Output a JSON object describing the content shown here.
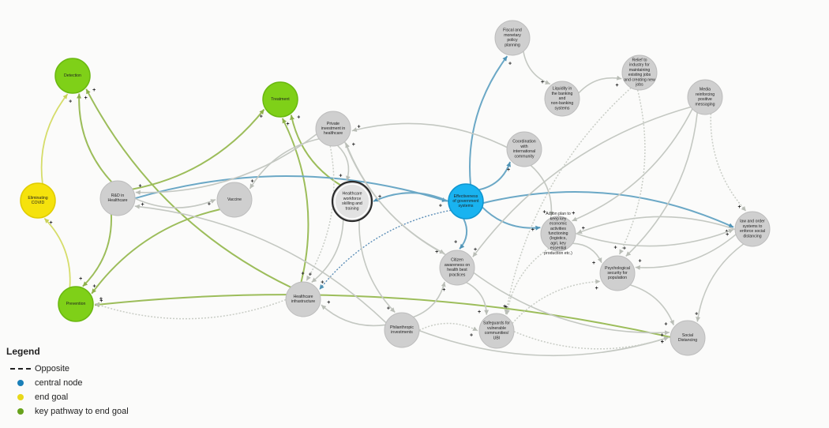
{
  "legend": {
    "title": "Legend",
    "items": [
      {
        "label": "Opposite",
        "kind": "dash",
        "color": "#222222"
      },
      {
        "label": "central node",
        "kind": "dot",
        "color": "#1a7fb8"
      },
      {
        "label": "end goal",
        "kind": "dot",
        "color": "#e8d81a"
      },
      {
        "label": "key pathway to end goal",
        "kind": "dot",
        "color": "#67a21c"
      }
    ]
  },
  "colors": {
    "central": "#19b3f0",
    "end_goal": "#f5e20c",
    "key_pathway": "#7fd018",
    "neutral": "#cfcfcf",
    "edge_neutral": "#c4c8c2",
    "edge_blue": "#5d9fbf",
    "edge_green": "#9cbd5a",
    "edge_yellow": "#d6dd6a"
  },
  "nodes": [
    {
      "id": "detection",
      "label": "Detection",
      "type": "key"
    },
    {
      "id": "treatment",
      "label": "Treatment",
      "type": "key"
    },
    {
      "id": "eliminating",
      "label": "Eliminating COVID",
      "type": "goal"
    },
    {
      "id": "prevention",
      "label": "Prevention",
      "type": "key"
    },
    {
      "id": "rnd",
      "label": "R&D in Healthcare",
      "type": "neutral"
    },
    {
      "id": "vaccine",
      "label": "Vaccine",
      "type": "neutral"
    },
    {
      "id": "private",
      "label": "Private investment in healthcare",
      "type": "neutral"
    },
    {
      "id": "workforce",
      "label": "Healthcare workforce skilling and training",
      "type": "ring"
    },
    {
      "id": "effectiveness",
      "label": "Effectiveness of government systems",
      "type": "central"
    },
    {
      "id": "fiscal",
      "label": "Fiscal and monetary policy planning",
      "type": "neutral"
    },
    {
      "id": "liquidity",
      "label": "Liquidity in the banking and non-banking systems",
      "type": "neutral"
    },
    {
      "id": "relief",
      "label": "Relief to industry for maintaining existing jobs and creating new jobs",
      "type": "neutral"
    },
    {
      "id": "media",
      "label": "Media reinforcing positive messaging",
      "type": "neutral"
    },
    {
      "id": "coordination",
      "label": "Coordination with international community",
      "type": "neutral"
    },
    {
      "id": "action",
      "label": "Action plan to keep key economic activities functioning (logistics, agri, key essential production etc.)",
      "type": "neutral"
    },
    {
      "id": "law",
      "label": "law and order systems to enforce social distancing",
      "type": "neutral"
    },
    {
      "id": "citizen",
      "label": "Citizen awareness on health best practices",
      "type": "neutral"
    },
    {
      "id": "psych",
      "label": "Psychological security for population",
      "type": "neutral"
    },
    {
      "id": "infra",
      "label": "Healthcare infrastructure",
      "type": "neutral"
    },
    {
      "id": "philanthropic",
      "label": "Philanthropic investments",
      "type": "neutral"
    },
    {
      "id": "safeguards",
      "label": "Safeguards for vulnerable communities/ UBI",
      "type": "neutral"
    },
    {
      "id": "social",
      "label": "Social Distancing",
      "type": "neutral"
    }
  ],
  "edges": [
    {
      "from": "eliminating",
      "to": "detection",
      "style": "yellow",
      "sign": "+"
    },
    {
      "from": "prevention",
      "to": "eliminating",
      "style": "yellow",
      "sign": "+"
    },
    {
      "from": "rnd",
      "to": "detection",
      "style": "green",
      "sign": "+"
    },
    {
      "from": "rnd",
      "to": "treatment",
      "style": "green",
      "sign": "+"
    },
    {
      "from": "rnd",
      "to": "prevention",
      "style": "green",
      "sign": "+"
    },
    {
      "from": "vaccine",
      "to": "prevention",
      "style": "green",
      "sign": "+"
    },
    {
      "from": "infra",
      "to": "detection",
      "style": "green",
      "sign": "+"
    },
    {
      "from": "infra",
      "to": "treatment",
      "style": "green",
      "sign": "+"
    },
    {
      "from": "workforce",
      "to": "treatment",
      "style": "green",
      "sign": "+"
    },
    {
      "from": "social",
      "to": "prevention",
      "style": "green",
      "sign": "+"
    },
    {
      "from": "rnd",
      "to": "effectiveness",
      "style": "blue",
      "sign": "+"
    },
    {
      "from": "effectiveness",
      "to": "workforce",
      "style": "blue",
      "sign": "+"
    },
    {
      "from": "effectiveness",
      "to": "fiscal",
      "style": "blue",
      "sign": "+"
    },
    {
      "from": "effectiveness",
      "to": "coordination",
      "style": "blue",
      "sign": "+"
    },
    {
      "from": "effectiveness",
      "to": "citizen",
      "style": "blue",
      "sign": "+"
    },
    {
      "from": "effectiveness",
      "to": "action",
      "style": "blue",
      "sign": "+"
    },
    {
      "from": "effectiveness",
      "to": "law",
      "style": "blue",
      "sign": "+"
    },
    {
      "from": "effectiveness",
      "to": "infra",
      "style": "dotted-blue",
      "sign": "+"
    },
    {
      "from": "private",
      "to": "rnd",
      "style": "neutral",
      "sign": "+"
    },
    {
      "from": "private",
      "to": "vaccine",
      "style": "neutral",
      "sign": "+"
    },
    {
      "from": "private",
      "to": "workforce",
      "style": "neutral",
      "sign": "+"
    },
    {
      "from": "private",
      "to": "citizen",
      "style": "neutral",
      "sign": "+"
    },
    {
      "from": "private",
      "to": "infra",
      "style": "dotted",
      "sign": "+"
    },
    {
      "from": "coordination",
      "to": "private",
      "style": "neutral",
      "sign": "+"
    },
    {
      "from": "coordination",
      "to": "action",
      "style": "neutral",
      "sign": "+"
    },
    {
      "from": "fiscal",
      "to": "liquidity",
      "style": "neutral",
      "sign": "+"
    },
    {
      "from": "liquidity",
      "to": "relief",
      "style": "neutral",
      "sign": "+"
    },
    {
      "from": "relief",
      "to": "safeguards",
      "style": "dotted",
      "sign": "+"
    },
    {
      "from": "relief",
      "to": "psych",
      "style": "dotted",
      "sign": "+"
    },
    {
      "from": "media",
      "to": "citizen",
      "style": "neutral",
      "sign": "+"
    },
    {
      "from": "media",
      "to": "psych",
      "style": "neutral",
      "sign": "+"
    },
    {
      "from": "media",
      "to": "law",
      "style": "dotted",
      "sign": "+"
    },
    {
      "from": "media",
      "to": "action",
      "style": "neutral",
      "sign": "+"
    },
    {
      "from": "law",
      "to": "action",
      "style": "neutral",
      "sign": "+"
    },
    {
      "from": "law",
      "to": "psych",
      "style": "neutral",
      "sign": "+"
    },
    {
      "from": "law",
      "to": "social",
      "style": "neutral",
      "sign": "+"
    },
    {
      "from": "action",
      "to": "psych",
      "style": "neutral",
      "sign": "+"
    },
    {
      "from": "action",
      "to": "safeguards",
      "style": "dotted",
      "sign": "+"
    },
    {
      "from": "psych",
      "to": "social",
      "style": "neutral",
      "sign": "+"
    },
    {
      "from": "citizen",
      "to": "social",
      "style": "neutral",
      "sign": "+"
    },
    {
      "from": "citizen",
      "to": "safeguards",
      "style": "neutral",
      "sign": "+"
    },
    {
      "from": "philanthropic",
      "to": "citizen",
      "style": "neutral",
      "sign": "+"
    },
    {
      "from": "philanthropic",
      "to": "infra",
      "style": "neutral",
      "sign": "+"
    },
    {
      "from": "philanthropic",
      "to": "rnd",
      "style": "neutral",
      "sign": "+"
    },
    {
      "from": "philanthropic",
      "to": "safeguards",
      "style": "dotted",
      "sign": "+"
    },
    {
      "from": "philanthropic",
      "to": "social",
      "style": "neutral",
      "sign": "+"
    },
    {
      "from": "workforce",
      "to": "infra",
      "style": "neutral",
      "sign": "+"
    },
    {
      "from": "workforce",
      "to": "philanthropic",
      "style": "neutral",
      "sign": "+"
    },
    {
      "from": "infra",
      "to": "prevention",
      "style": "dotted",
      "sign": "+"
    },
    {
      "from": "safeguards",
      "to": "social",
      "style": "dotted",
      "sign": "+"
    },
    {
      "from": "safeguards",
      "to": "psych",
      "style": "dotted",
      "sign": "+"
    },
    {
      "from": "rnd",
      "to": "vaccine",
      "style": "neutral",
      "sign": "+"
    },
    {
      "from": "citizen",
      "to": "private",
      "style": "neutral",
      "sign": "+"
    },
    {
      "from": "action",
      "to": "law",
      "style": "neutral",
      "sign": "+"
    }
  ]
}
